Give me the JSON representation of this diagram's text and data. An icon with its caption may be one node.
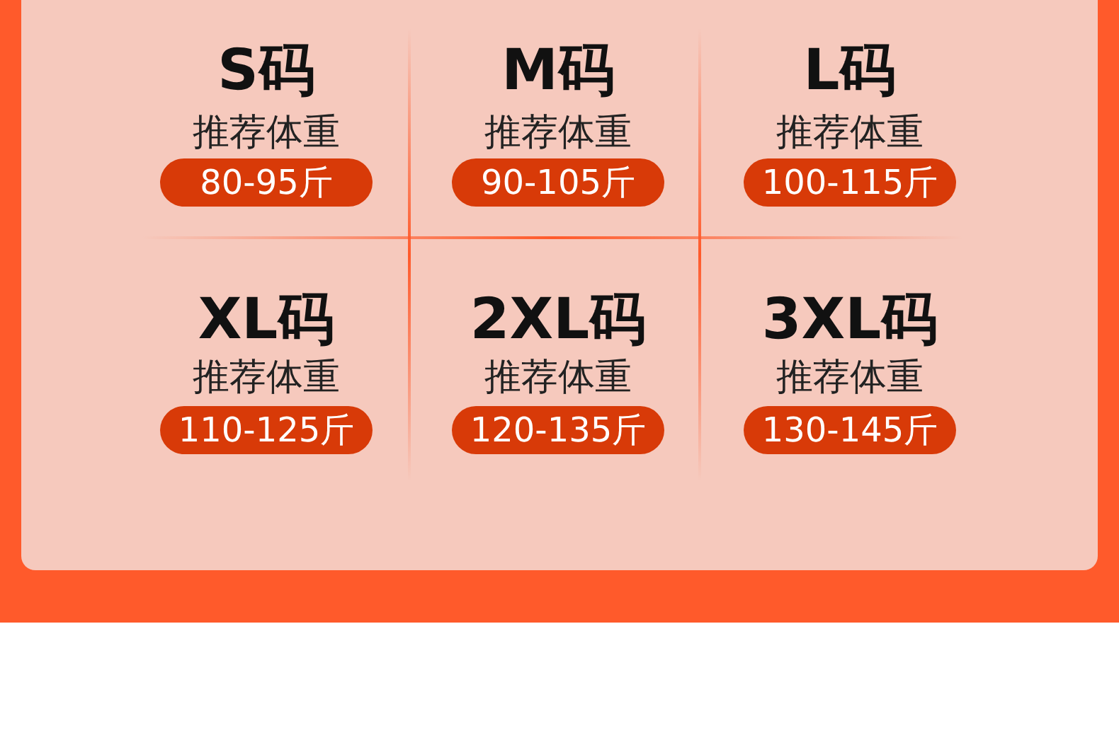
{
  "diagram": {
    "nodes": [
      {
        "text": [
          "80-95斤"
        ],
        "beside": [
          "S码",
          "推荐体重"
        ]
      },
      {
        "text": [
          "90-105斤"
        ],
        "beside": [
          "M码",
          "推荐体重"
        ]
      },
      {
        "text": [
          "100-115斤"
        ],
        "beside": [
          "L码",
          "推荐体重"
        ]
      },
      {
        "text": [
          "110-125斤"
        ],
        "beside": [
          "XL码",
          "推荐体重"
        ]
      },
      {
        "text": [
          "120-135斤"
        ],
        "beside": [
          "2XL码",
          "推荐体重"
        ]
      },
      {
        "text": [
          "130-145斤"
        ],
        "beside": [
          "3XL码",
          "推荐体重"
        ]
      }
    ],
    "edges": []
  }
}
